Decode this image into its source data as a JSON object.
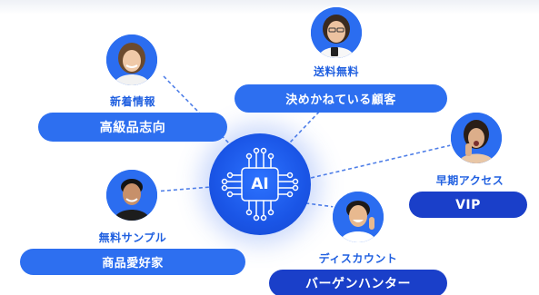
{
  "center": {
    "label": "AI"
  },
  "segments": [
    {
      "id": "high-end",
      "tag": "新着情報",
      "title": "高級品志向"
    },
    {
      "id": "undecided",
      "tag": "送料無料",
      "title": "決めかねている顧客"
    },
    {
      "id": "vip",
      "tag": "早期アクセス",
      "title": "VIP"
    },
    {
      "id": "bargain",
      "tag": "ディスカウント",
      "title": "バーゲンハンター"
    },
    {
      "id": "enthusiast",
      "tag": "無料サンプル",
      "title": "商品愛好家"
    }
  ],
  "colors": {
    "accent": "#2d6ff0",
    "navy": "#1a3fc9",
    "tag_text": "#1f5fe0",
    "connector": "#4f7fe8"
  }
}
